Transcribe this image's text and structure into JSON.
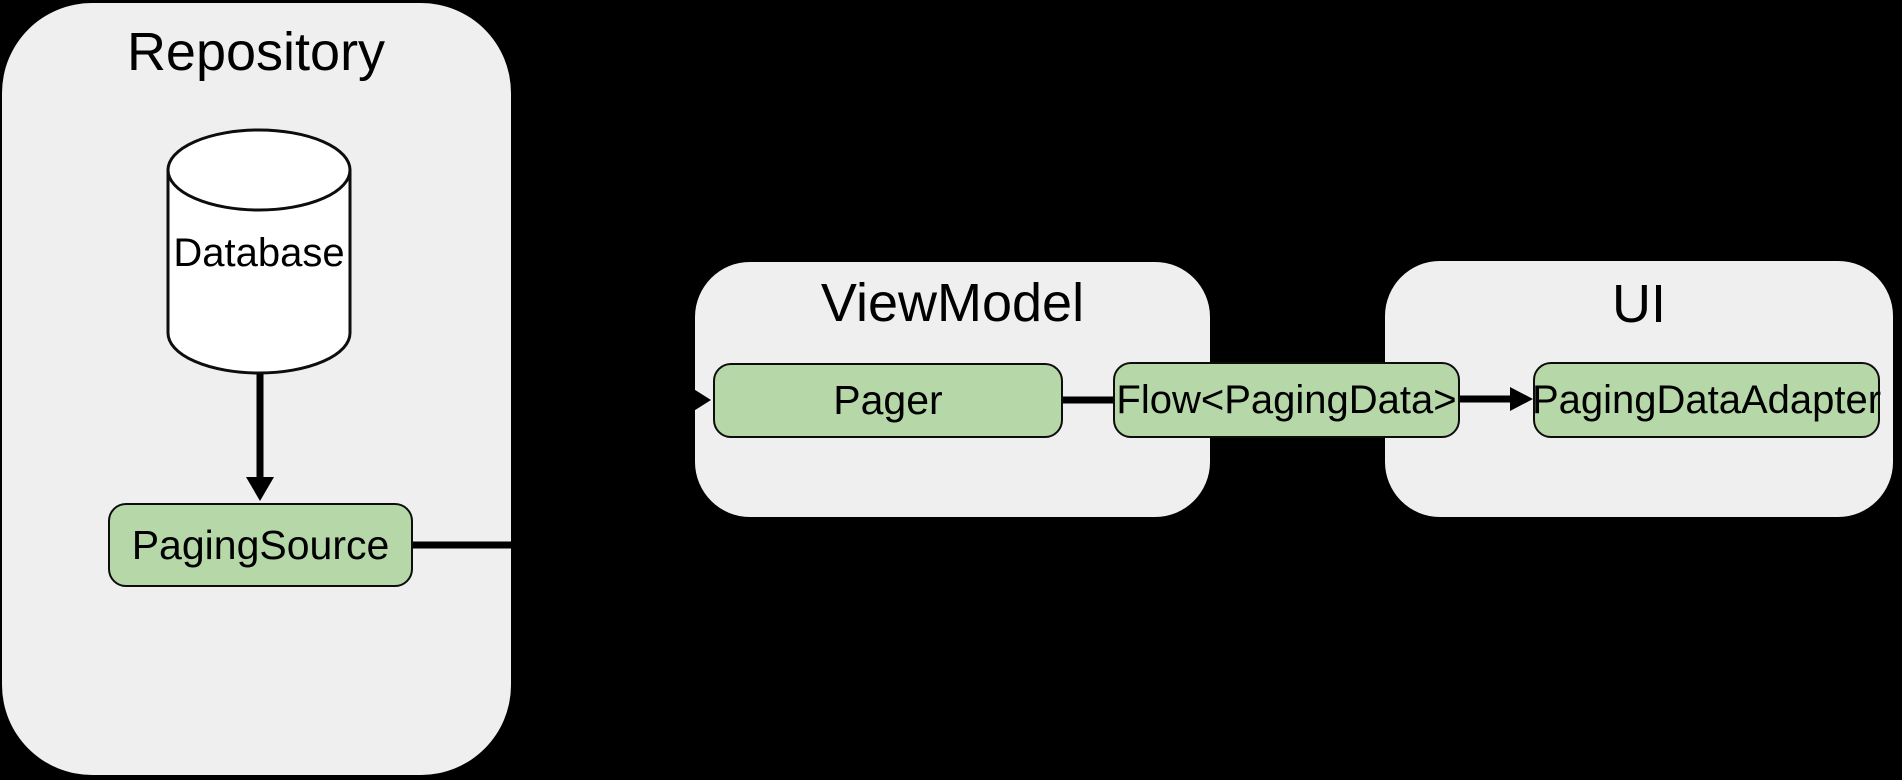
{
  "diagram": {
    "repository": {
      "title": "Repository",
      "database_label": "Database",
      "paging_source_label": "PagingSource"
    },
    "viewmodel": {
      "title": "ViewModel",
      "pager_label": "Pager"
    },
    "flow_label": "Flow<PagingData>",
    "ui": {
      "title": "UI",
      "adapter_label": "PagingDataAdapter"
    },
    "connections": [
      {
        "from": "Database",
        "to": "PagingSource",
        "arrow": true
      },
      {
        "from": "PagingSource",
        "to": "Pager",
        "arrow": true
      },
      {
        "from": "Pager",
        "to": "Flow<PagingData>",
        "arrow": false
      },
      {
        "from": "Flow<PagingData>",
        "to": "PagingDataAdapter",
        "arrow": true
      }
    ],
    "colors": {
      "background": "#000000",
      "container_fill": "#efefef",
      "node_fill": "#b6d7a8",
      "node_border": "#0d0d0d",
      "connector": "#000000",
      "text": "#000000"
    }
  }
}
